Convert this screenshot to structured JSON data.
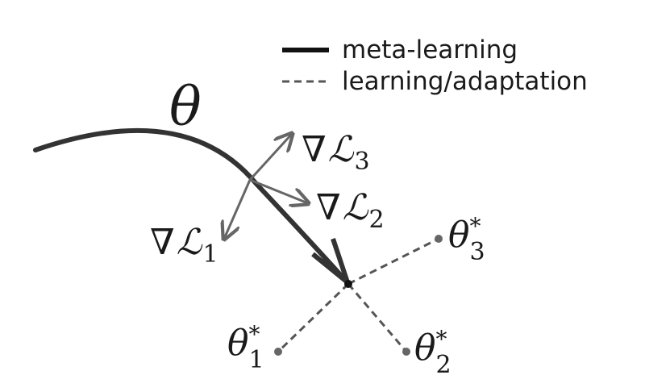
{
  "legend": {
    "solid_label": "meta-learning",
    "dashed_label": "learning/adaptation"
  },
  "labels": {
    "theta": "θ",
    "nabla": "∇",
    "loss": "ℒ",
    "grad_1_sub": "1",
    "grad_2_sub": "2",
    "grad_3_sub": "3",
    "theta_star_1_sub": "1",
    "theta_star_2_sub": "2",
    "theta_star_3_sub": "3",
    "star": "*"
  },
  "colors": {
    "meta_path": "#333333",
    "gradient_arrows": "#666666",
    "dashed_paths": "#555555",
    "text": "#1a1a1a"
  }
}
